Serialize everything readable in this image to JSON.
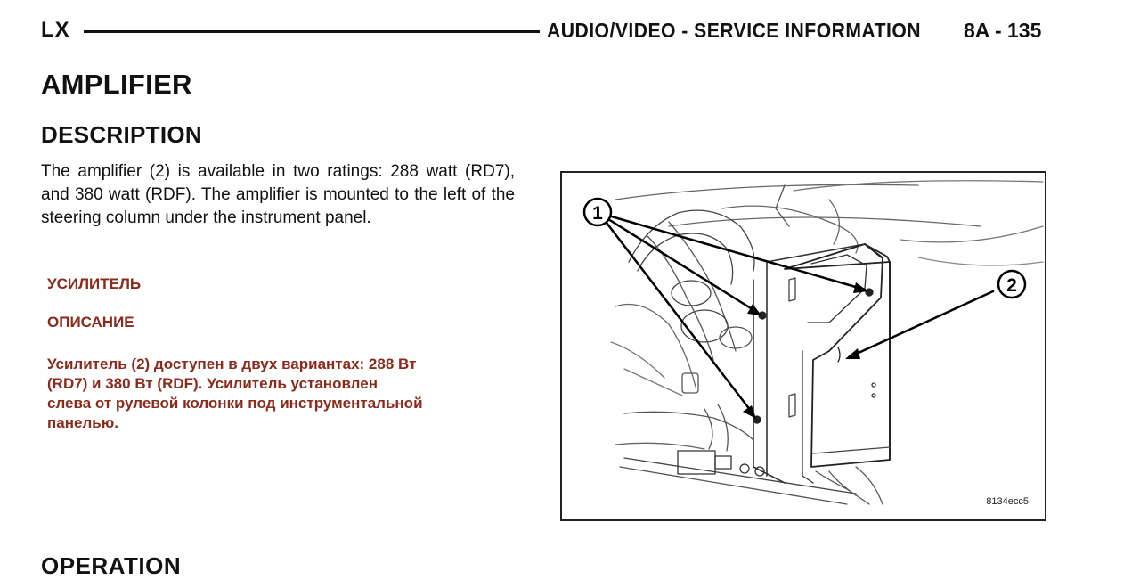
{
  "header": {
    "section_code": "LX",
    "title": "AUDIO/VIDEO - SERVICE INFORMATION",
    "page": "8A - 135"
  },
  "main": {
    "heading": "AMPLIFIER",
    "subheading": "DESCRIPTION",
    "body": "The amplifier (2) is available in two ratings: 288 watt (RD7), and 380 watt (RDF). The amplifier is mounted to the left of the steering column under the instrument panel."
  },
  "translation": {
    "heading": "УСИЛИТЕЛЬ",
    "subheading": "ОПИСАНИЕ",
    "body_lines": [
      "Усилитель (2) доступен в двух вариантах: 288 Вт",
      "(RD7) и 380 Вт (RDF). Усилитель установлен",
      "слева от рулевой колонки под инструментальной",
      "панелью."
    ]
  },
  "figure": {
    "callouts": [
      "1",
      "2"
    ],
    "code": "8134ecc5"
  },
  "next_section": {
    "heading": "OPERATION"
  }
}
